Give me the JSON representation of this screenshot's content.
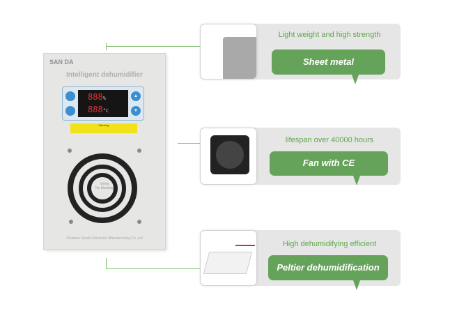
{
  "device": {
    "brand": "SAN DA",
    "model": "Intelligent dehumidifier",
    "display_top": "888",
    "display_bottom": "888",
    "unit_top": "%",
    "unit_bottom": "°C",
    "warning": "Warning",
    "vents": "Vents",
    "vents2": "No blocking",
    "maker": "Zhuzhou Sanda Electronic Manufacturing Co.,Ltd"
  },
  "features": [
    {
      "caption": "Light weight and high strength",
      "label": "Sheet metal"
    },
    {
      "caption": "lifespan over 40000 hours",
      "label": "Fan with CE"
    },
    {
      "caption": "High dehumidifying efficient",
      "label": "Peltier dehumidification"
    }
  ],
  "colors": {
    "accent": "#66a35a",
    "panel": "#e6e6e6"
  }
}
